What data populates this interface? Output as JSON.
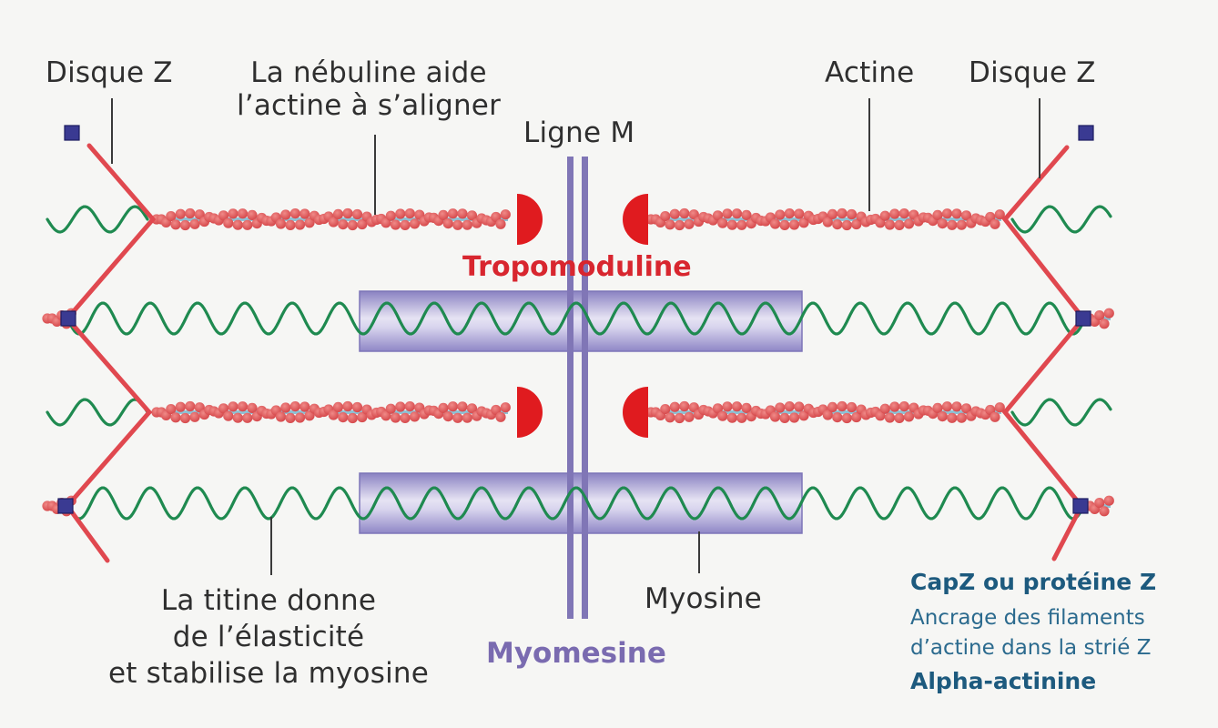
{
  "labels": {
    "disque_z_left": "Disque Z",
    "disque_z_right": "Disque Z",
    "nebuline_line1": "La nébuline aide",
    "nebuline_line2": "l’actine à s’aligner",
    "ligne_m": "Ligne M",
    "actine": "Actine",
    "tropomoduline": "Tropomoduline",
    "titine_line1": "La titine donne",
    "titine_line2": "de l’élasticité",
    "titine_line3": "et stabilise la myosine",
    "myosine": "Myosine",
    "myomesine": "Myomesine",
    "capz_title": "CapZ ou protéine Z",
    "capz_line1": "Ancrage des filaments",
    "capz_line2": "d’actine dans la strié Z",
    "alpha_actinine": "Alpha-actinine"
  },
  "colors": {
    "z_disc": "#e0484f",
    "actin_bead": "#e0595b",
    "titin": "#1f8a50",
    "myosin": "#9c95cc",
    "m_line": "#8076b6",
    "tropomodulin": "#e01b1f",
    "capz": "#3a3a92",
    "nebulin": "#8dc3d6"
  }
}
